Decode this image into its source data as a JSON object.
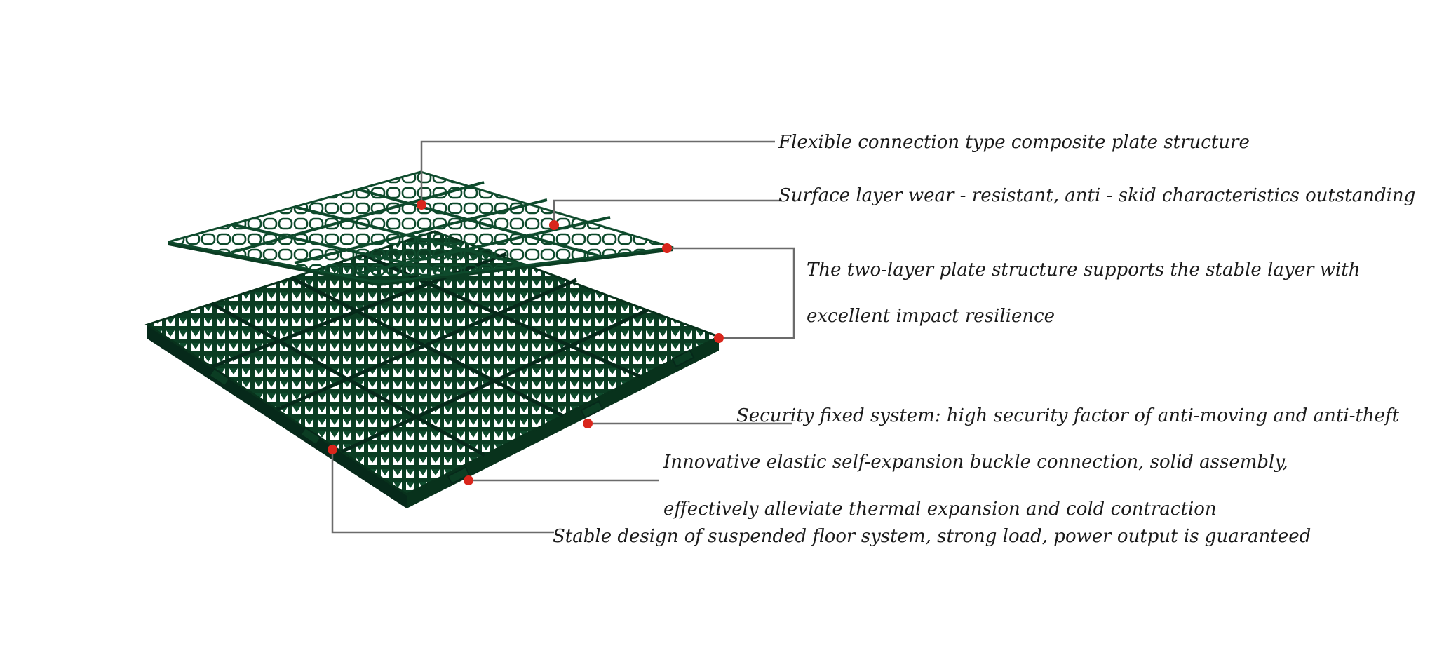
{
  "annotations": {
    "flexible_connection": "Flexible connection type composite plate structure",
    "surface_layer": "Surface layer wear - resistant, anti - skid characteristics outstanding",
    "two_layer_line1": "The two-layer plate structure supports the stable layer with",
    "two_layer_line2": "excellent impact resilience",
    "security_fixed": "Security fixed system: high security factor of anti-moving and anti-theft",
    "innovative_line1": "Innovative elastic self-expansion buckle connection, solid assembly,",
    "innovative_line2": "effectively alleviate thermal expansion and cold contraction",
    "stable_design": "Stable design of suspended floor system, strong load, power output is guaranteed"
  },
  "colors": {
    "tile_green": "#0e4a2c",
    "tile_green_dark": "#08321c",
    "tile_green_light": "#1d6a43",
    "leader_line": "#6b6b6b",
    "marker_red": "#d9261c"
  }
}
